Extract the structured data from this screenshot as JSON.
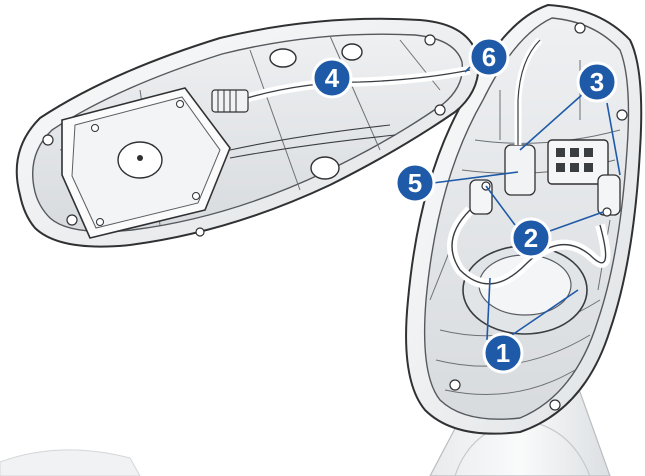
{
  "figure": {
    "colors": {
      "background": "#ffffff",
      "housing_fill": "#f7f8f9",
      "housing_stroke": "#2f3133",
      "interior_fill": "#e9ebed",
      "shadow": "#c9ccd0",
      "callout_fill": "#1e5aa8",
      "callout_stroke": "#ffffff",
      "leader": "#1e5aa8"
    },
    "components": [
      {
        "id": "base-housing",
        "icon": "base-housing-icon"
      },
      {
        "id": "mount-bracket",
        "icon": "mount-bracket-icon"
      },
      {
        "id": "open-housing-half",
        "icon": "open-housing-icon"
      },
      {
        "id": "electronics-module",
        "icon": "electronics-module-icon"
      }
    ],
    "callouts": [
      {
        "number": "1"
      },
      {
        "number": "2"
      },
      {
        "number": "3"
      },
      {
        "number": "4"
      },
      {
        "number": "5"
      },
      {
        "number": "6"
      }
    ]
  }
}
